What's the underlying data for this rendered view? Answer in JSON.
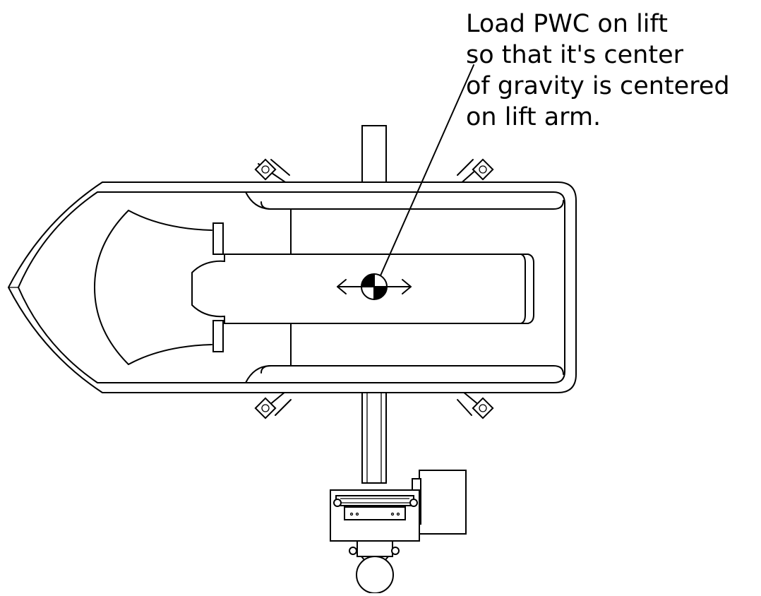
{
  "annotation": {
    "lines": [
      "Load PWC on lift",
      "so that it's center",
      "of gravity is centered",
      "on lift arm."
    ]
  },
  "icons": {
    "center_of_gravity": "center-of-gravity-icon",
    "move_arrows": "double-arrow-icon"
  }
}
